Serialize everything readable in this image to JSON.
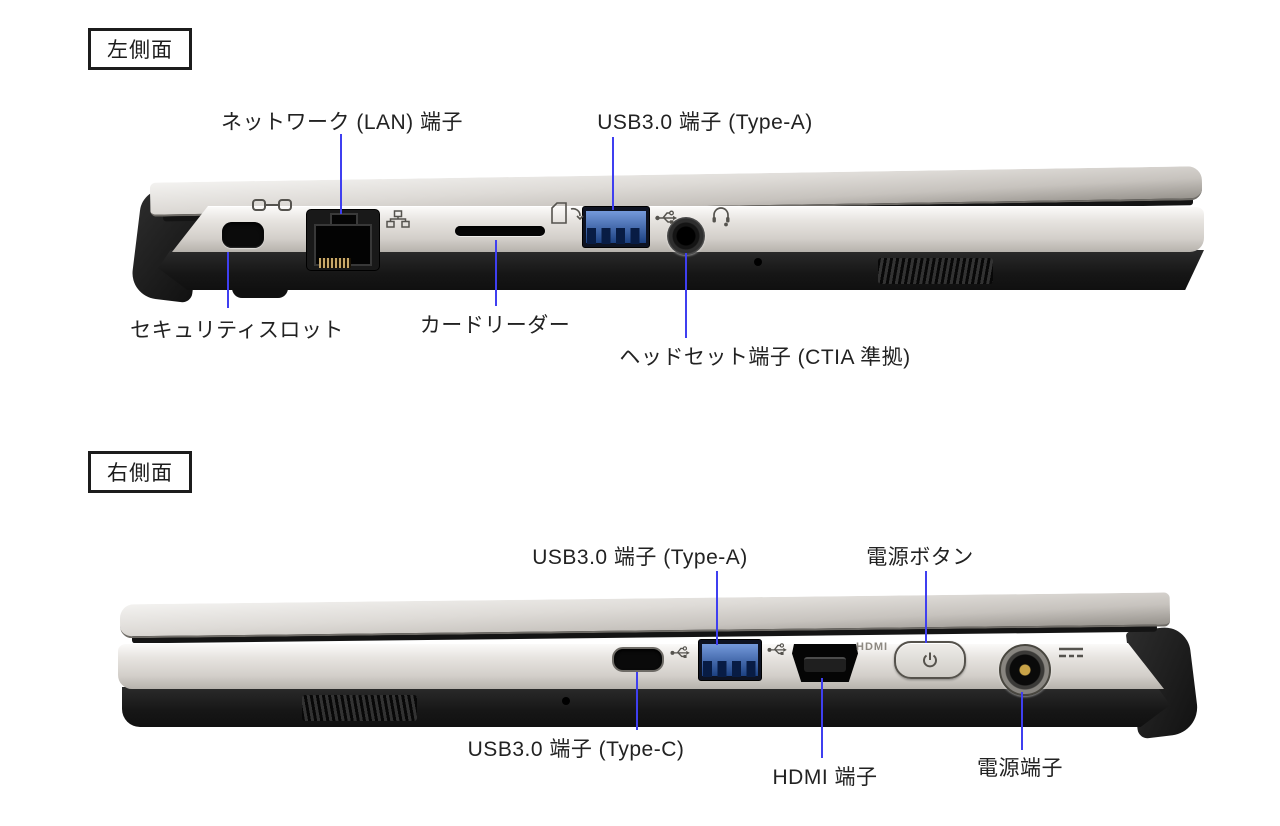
{
  "sections": {
    "left": {
      "title": "左側面",
      "labels": {
        "lan": "ネットワーク (LAN) 端子",
        "usb_a": "USB3.0 端子 (Type-A)",
        "security": "セキュリティスロット",
        "card_reader": "カードリーダー",
        "headset": "ヘッドセット端子 (CTIA 準拠)"
      }
    },
    "right": {
      "title": "右側面",
      "labels": {
        "usb_a": "USB3.0 端子 (Type-A)",
        "power_button": "電源ボタン",
        "usb_c": "USB3.0 端子 (Type-C)",
        "hdmi": "HDMI 端子",
        "power_jack": "電源端子"
      }
    }
  },
  "markings": {
    "hdmi": "HDMI"
  },
  "icons": {
    "security_slot": "kensington-lock-icon",
    "lan_port": "network-icon",
    "card_reader": "sd-card-icon",
    "usb_port": "usb-trident-icon",
    "headset_jack": "headset-icon",
    "power_button": "power-icon",
    "dc_in": "dc-power-icon"
  },
  "colors": {
    "leader_line": "#3f3ff0",
    "usb_port_blue": "#2a63c8",
    "body_silver": "#d9d6d1",
    "body_black": "#1b1b1b",
    "text": "#222222"
  }
}
